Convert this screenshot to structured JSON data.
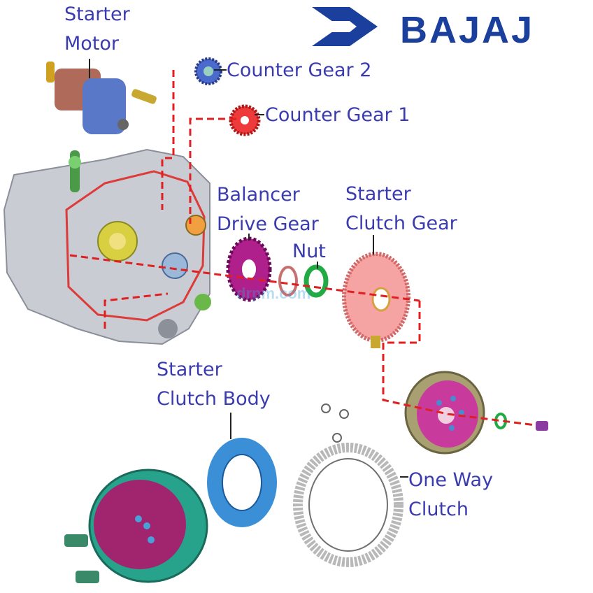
{
  "brand": {
    "name": "BAJAJ",
    "color": "#1a3f9c"
  },
  "label_color": "#3b3bb0",
  "leader_color": "#222222",
  "path_color": "#e02020",
  "watermark": "drpm.com",
  "labels": {
    "starter_motor": [
      "Starter",
      "Motor"
    ],
    "counter_gear_2": "Counter Gear 2",
    "counter_gear_1": "Counter Gear 1",
    "balancer_drive_gear": [
      "Balancer",
      "Drive Gear"
    ],
    "nut": "Nut",
    "starter_clutch_gear": [
      "Starter",
      "Clutch Gear"
    ],
    "starter_clutch_body": [
      "Starter",
      "Clutch Body"
    ],
    "one_way_clutch": [
      "One Way",
      "Clutch"
    ]
  },
  "parts": {
    "starter_motor": {
      "color": "#5a78c8",
      "accent": "#a06060"
    },
    "counter_gear_2": {
      "color": "#4a6acc"
    },
    "counter_gear_1": {
      "color": "#ee3a3a"
    },
    "balancer_drive_gear": {
      "color": "#b0208c"
    },
    "nut": {
      "color": "#22aa44"
    },
    "starter_clutch_gear": {
      "color": "#f5a3a3"
    },
    "starter_clutch_body": {
      "color": "#3b8fd6"
    },
    "one_way_clutch": {
      "color": "#b8b8b8"
    },
    "flywheel": {
      "color": "#a8a070",
      "inner": "#c83a9c"
    },
    "rotor_housing": {
      "color": "#27a38c",
      "inner": "#a0246e"
    },
    "engine_case": {
      "color": "#c9ccd2"
    }
  }
}
